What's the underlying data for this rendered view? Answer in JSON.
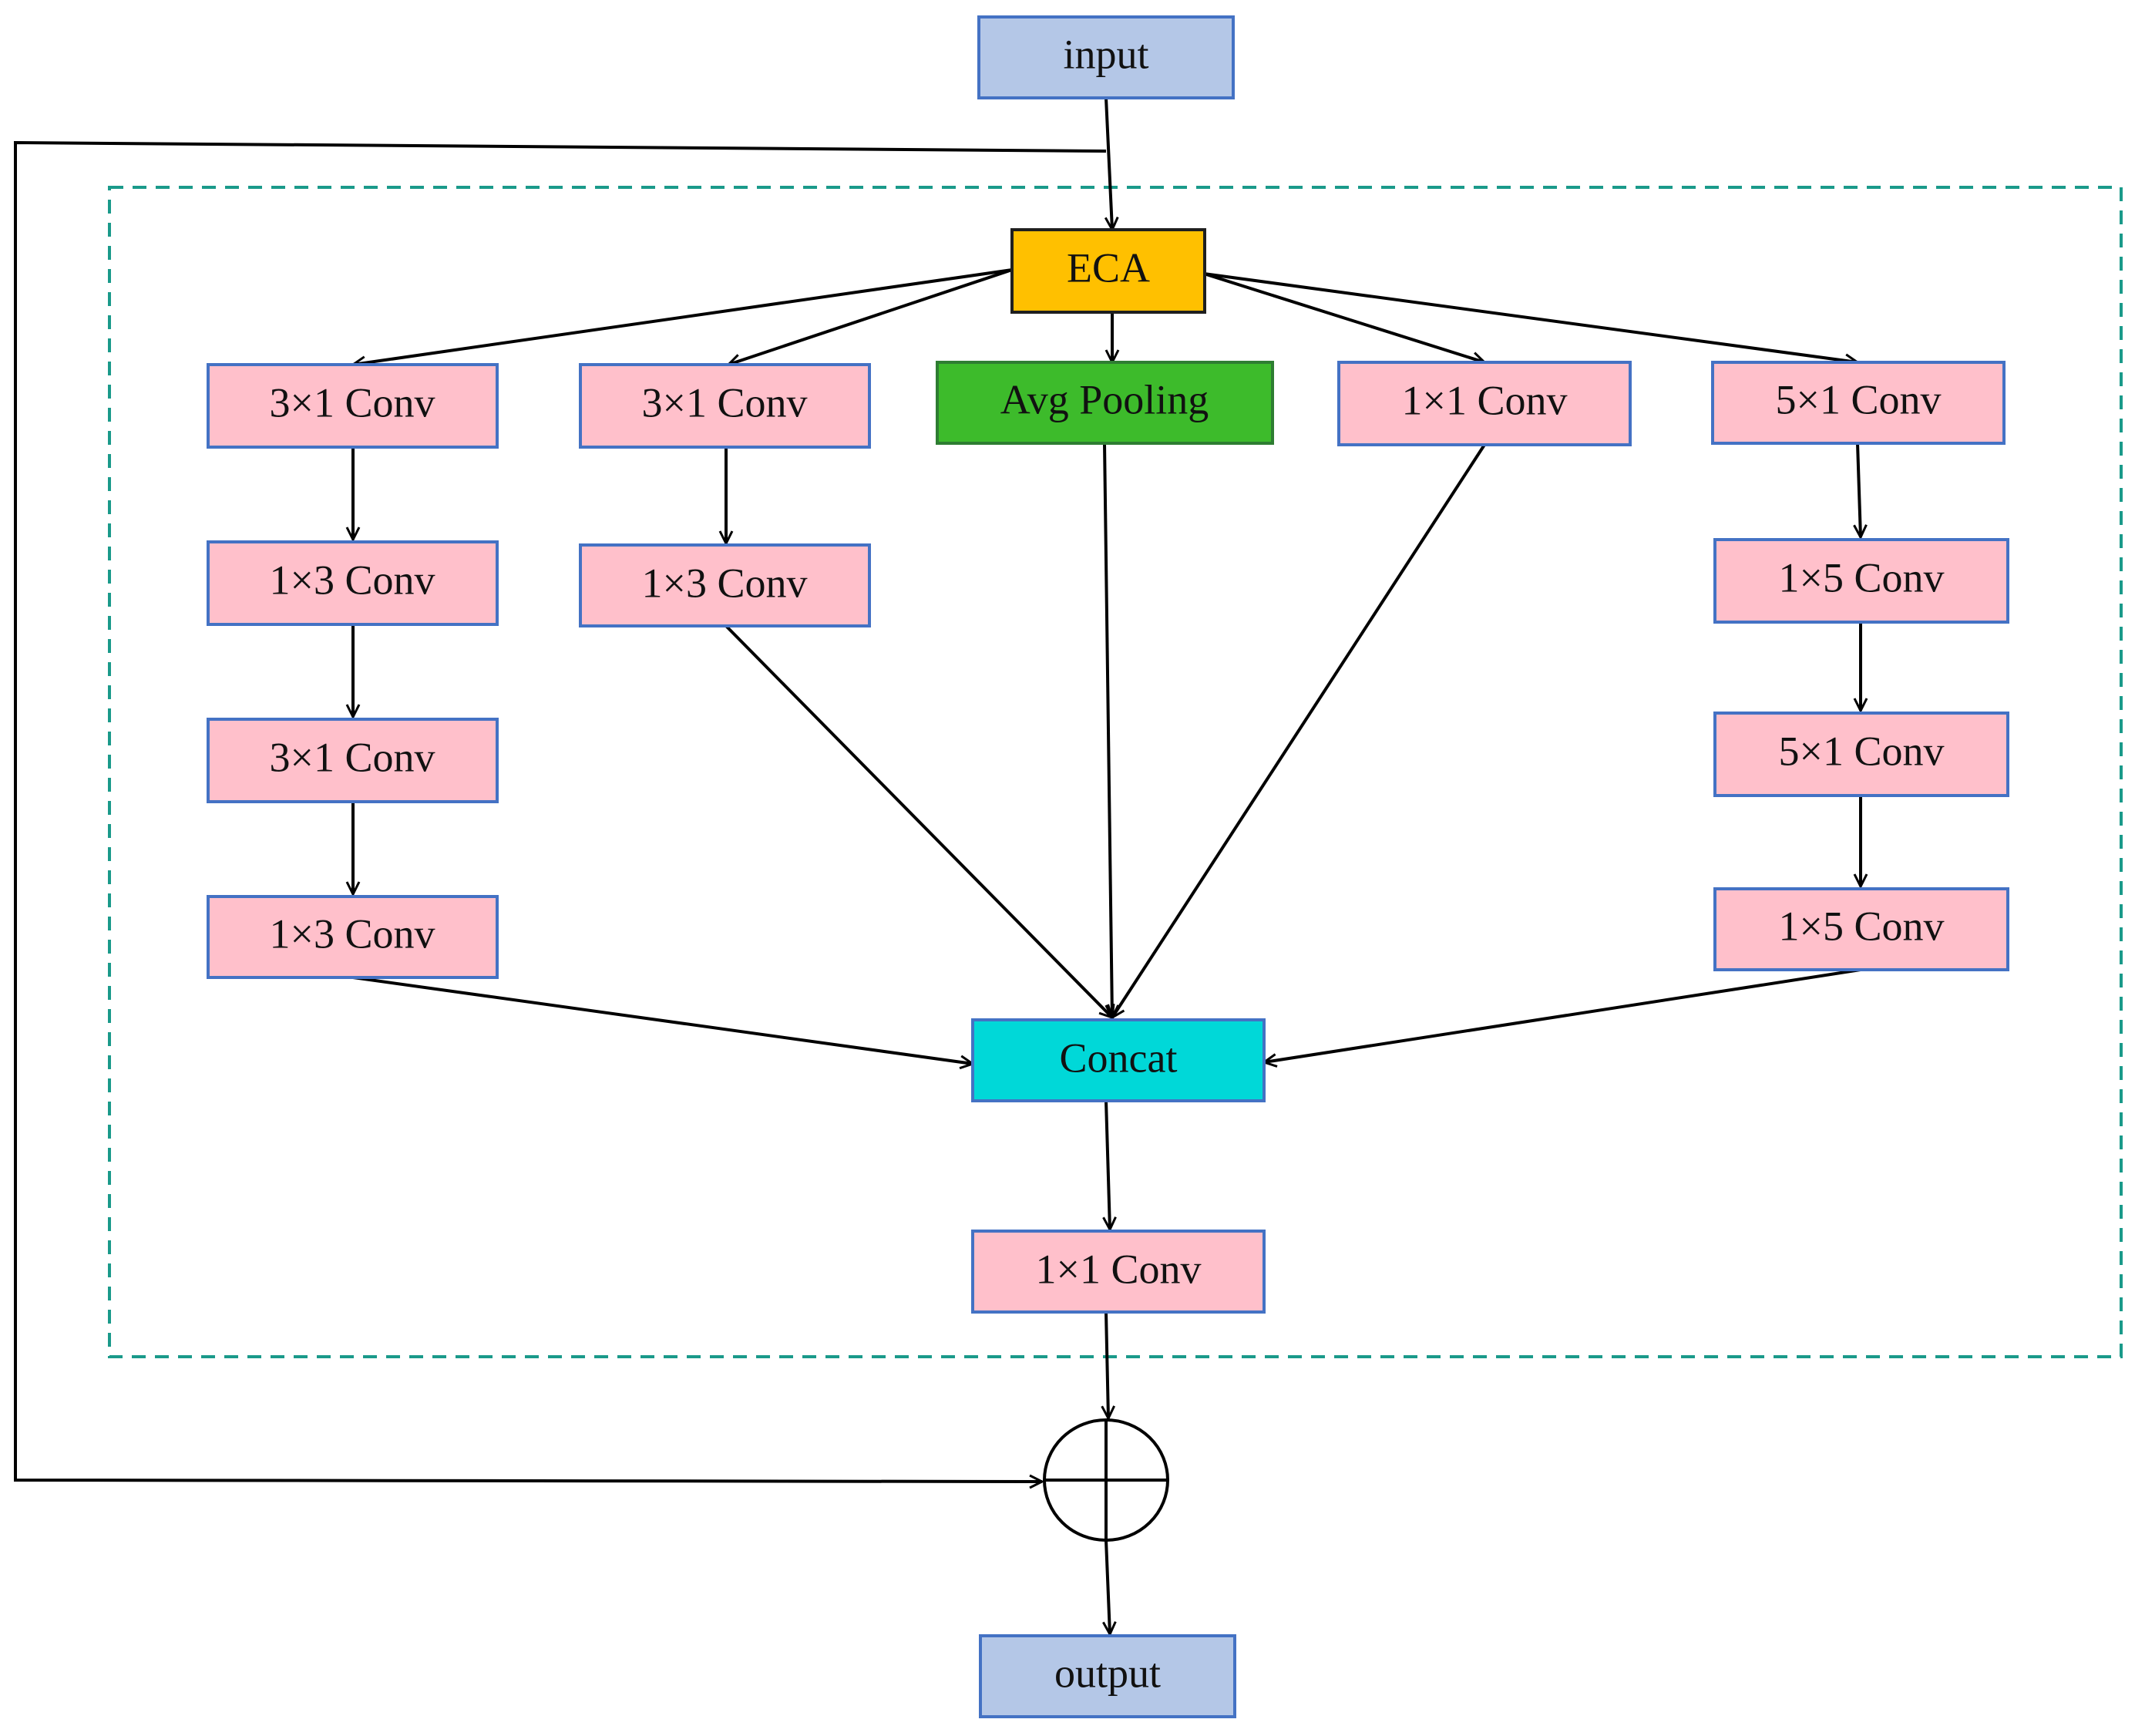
{
  "colors": {
    "io": "#b4c7e7",
    "io_border": "#4472c4",
    "eca": "#ffc000",
    "eca_border": "#1f1f1f",
    "pool": "#3dbb2b",
    "pool_border": "#2e7d32",
    "conv": "#ffc0cb",
    "conv_border": "#4472c4",
    "concat": "#00d8d8",
    "concat_border": "#4472c4",
    "dashed": "#1a9a8a"
  },
  "nodes": {
    "input": "input",
    "eca": "ECA",
    "b1_1": "3×1 Conv",
    "b1_2": "1×3 Conv",
    "b1_3": "3×1 Conv",
    "b1_4": "1×3 Conv",
    "b2_1": "3×1 Conv",
    "b2_2": "1×3 Conv",
    "pool": "Avg Pooling",
    "b4_1": "1×1 Conv",
    "b5_1": "5×1 Conv",
    "b5_2": "1×5 Conv",
    "b5_3": "5×1 Conv",
    "b5_4": "1×5 Conv",
    "concat": "Concat",
    "final_conv": "1×1 Conv",
    "output": "output"
  }
}
